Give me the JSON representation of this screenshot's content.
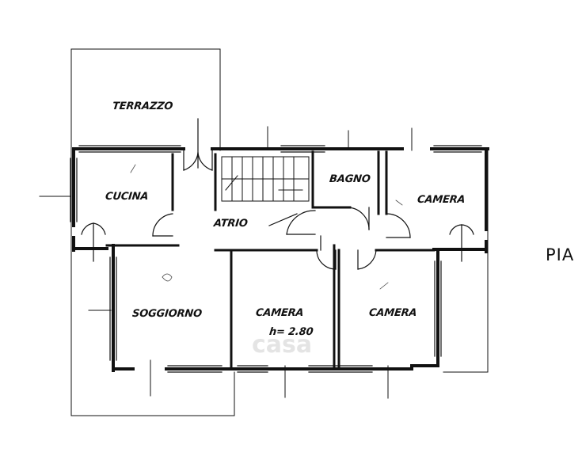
{
  "plan": {
    "rooms": {
      "terrazzo": "TERRAZZO",
      "cucina": "CUCINA",
      "bagno": "BAGNO",
      "camera_ne": "CAMERA",
      "atrio": "ATRIO",
      "soggiorno": "SOGGIORNO",
      "camera_center": "CAMERA",
      "camera_center_height": "h= 2.80",
      "camera_se": "CAMERA"
    },
    "side_label": "PIA",
    "watermark": "casa"
  }
}
